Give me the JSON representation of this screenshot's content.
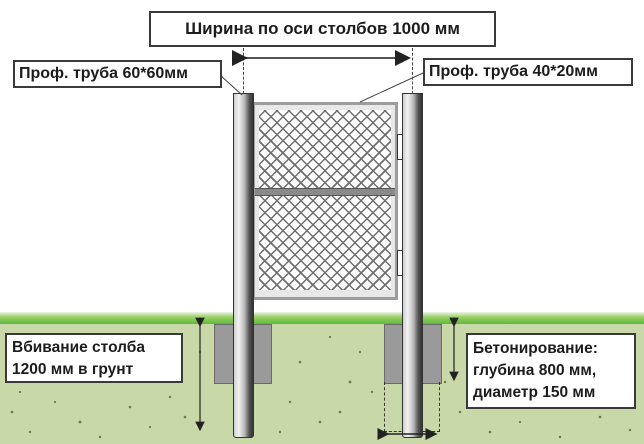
{
  "diagram": {
    "title_label": "Ширина по оси столбов 1000 мм",
    "left_post_label": "Проф. труба 60*60мм",
    "right_frame_label": "Проф. труба 40*20мм",
    "driving_label_line1": "Вбивание столба",
    "driving_label_line2": "1200 мм в грунт",
    "concrete_label_line1": "Бетонирование:",
    "concrete_label_line2": "глубина 800 мм,",
    "concrete_label_line3": "диаметр 150 мм"
  },
  "colors": {
    "grass": "#5fb83a",
    "soil": "#c8d8a8",
    "concrete": "#9a9a9a",
    "frame": "#9c9c9c",
    "mesh": "#6e6e6e"
  }
}
